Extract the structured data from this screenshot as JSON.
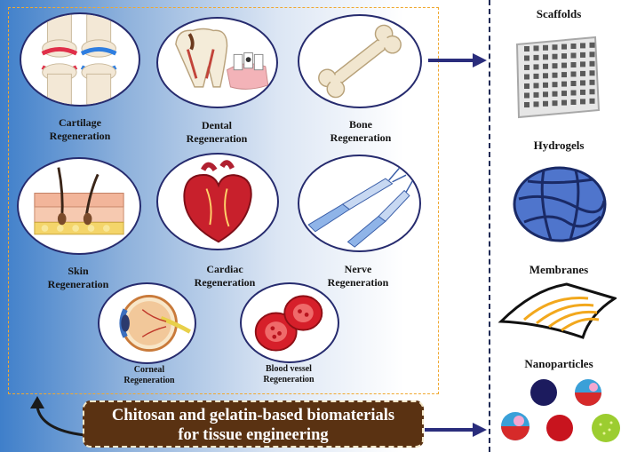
{
  "applications": [
    {
      "id": "cartilage",
      "line1": "Cartilage",
      "line2": "Regeneration",
      "icon": "cartilage-joint-icon"
    },
    {
      "id": "dental",
      "line1": "Dental",
      "line2": "Regeneration",
      "icon": "tooth-icon"
    },
    {
      "id": "bone",
      "line1": "Bone",
      "line2": "Regeneration",
      "icon": "bone-icon"
    },
    {
      "id": "skin",
      "line1": "Skin",
      "line2": "Regeneration",
      "icon": "skin-layers-icon"
    },
    {
      "id": "cardiac",
      "line1": "Cardiac",
      "line2": "Regeneration",
      "icon": "heart-icon"
    },
    {
      "id": "nerve",
      "line1": "Nerve",
      "line2": "Regeneration",
      "icon": "nerve-fiber-icon"
    },
    {
      "id": "corneal",
      "line1": "Corneal",
      "line2": "Regeneration",
      "icon": "eye-icon"
    },
    {
      "id": "blood",
      "line1": "Blood vessel",
      "line2": "Regeneration",
      "icon": "blood-cells-icon"
    }
  ],
  "forms": [
    {
      "id": "scaffolds",
      "label": "Scaffolds",
      "icon": "scaffold-lattice-icon"
    },
    {
      "id": "hydrogels",
      "label": "Hydrogels",
      "icon": "hydrogel-network-icon"
    },
    {
      "id": "membranes",
      "label": "Membranes",
      "icon": "membrane-sheet-icon"
    },
    {
      "id": "nanoparticles",
      "label": "Nanoparticles",
      "icon": "nanoparticle-spheres-icon"
    }
  ],
  "banner": {
    "line1": "Chitosan and gelatin-based biomaterials",
    "line2": "for tissue engineering"
  },
  "colors": {
    "panel_gradient_start": "#3f7fca",
    "oval_border": "#262b6e",
    "dash_border": "#f0a830",
    "banner_bg": "#5a3212",
    "arrow": "#2a2d7c"
  }
}
